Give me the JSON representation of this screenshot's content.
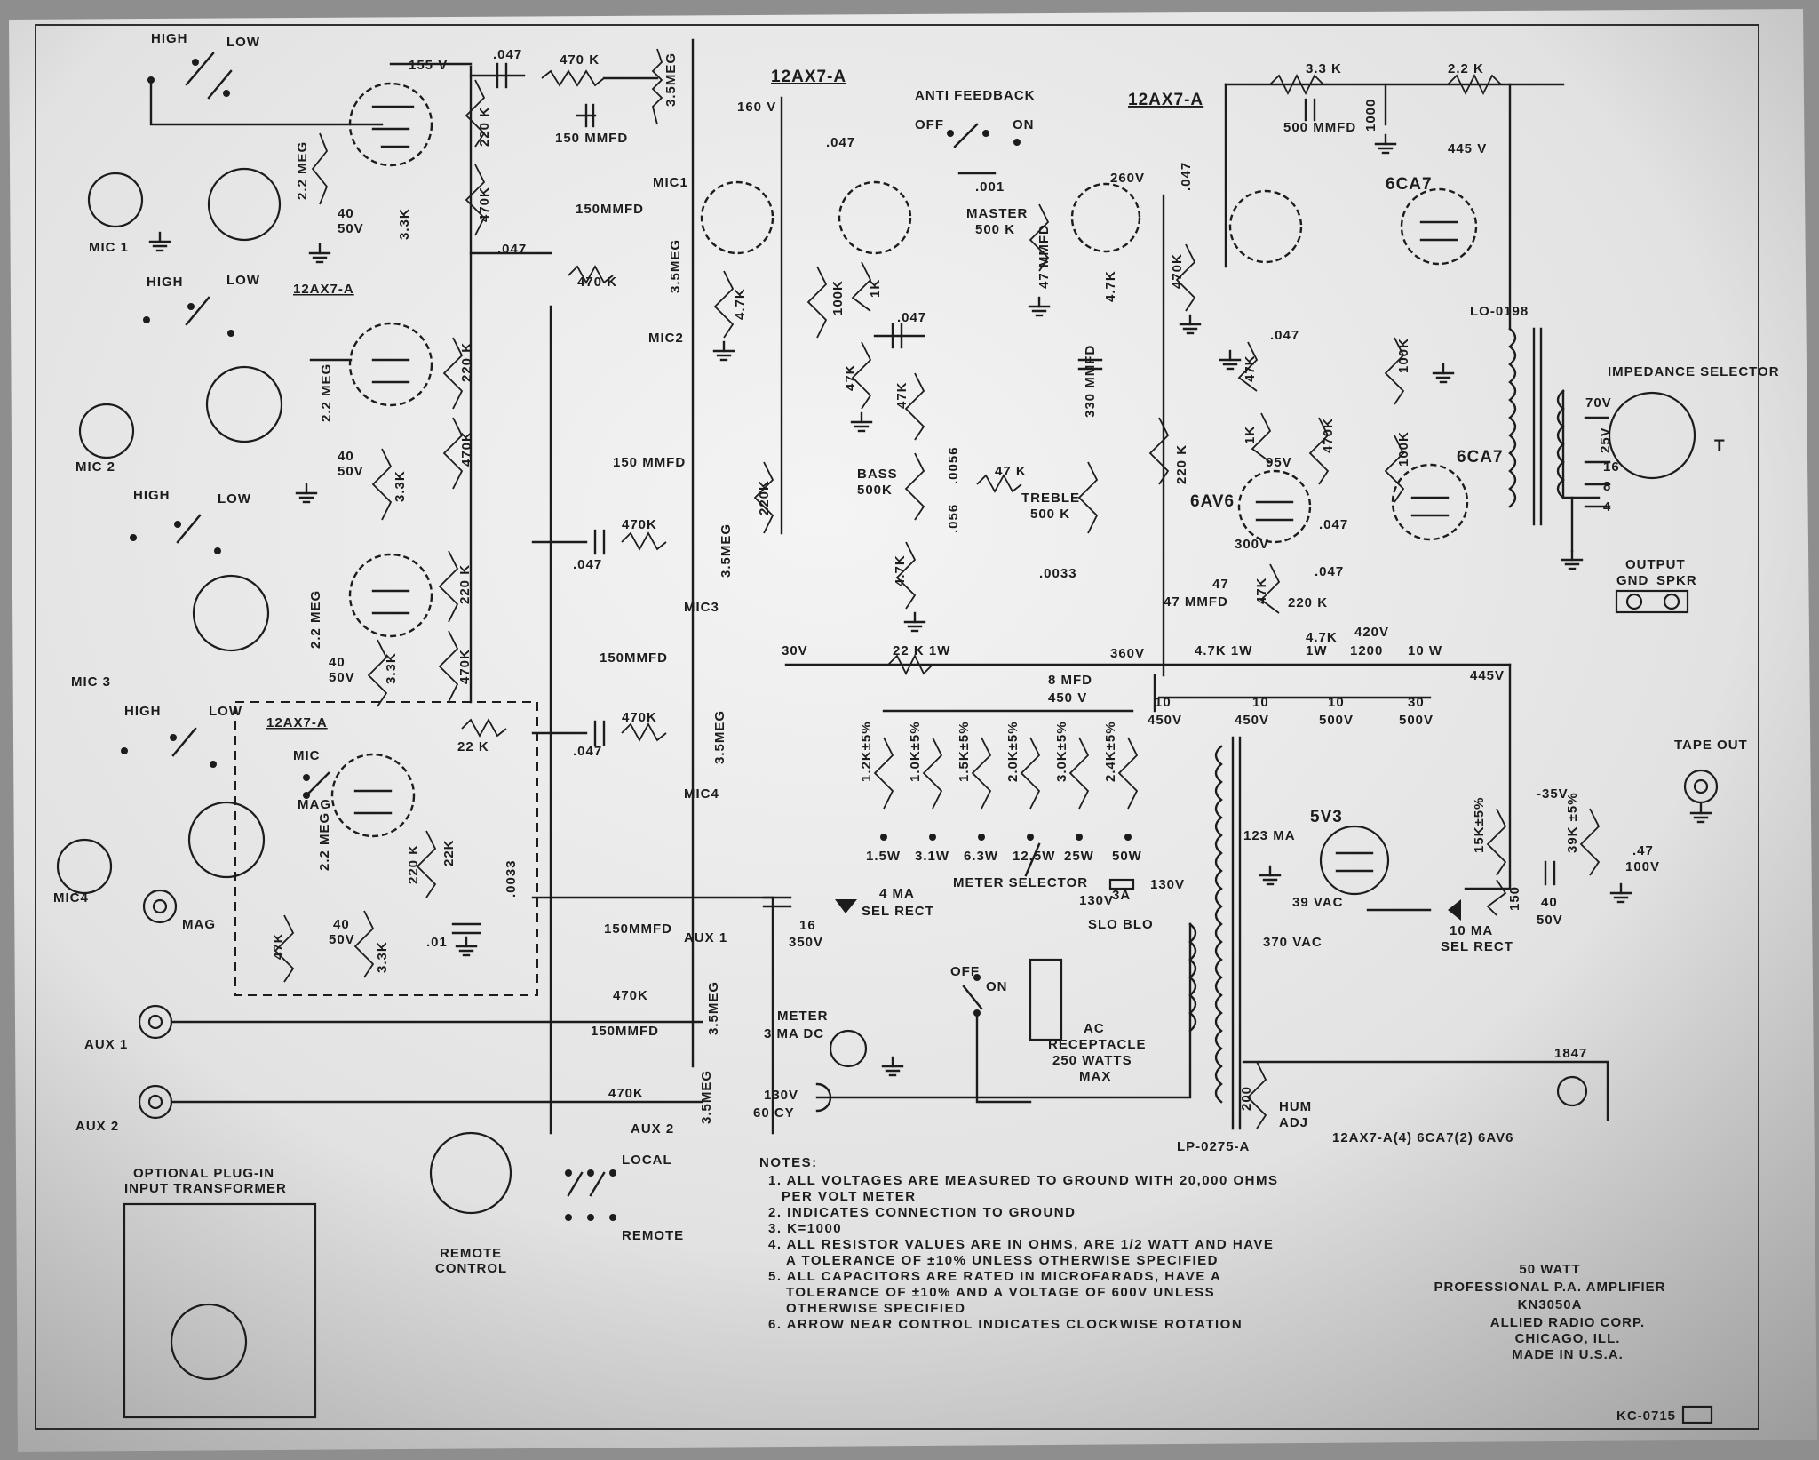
{
  "tubes": [
    "12AX7-A",
    "12AX7-A",
    "12AX7-A",
    "12AX7-A",
    "6CA7",
    "6CA7",
    "6AV6",
    "5V3"
  ],
  "labels": {
    "mic1": "MIC 1",
    "mic2": "MIC 2",
    "mic3": "MIC 3",
    "mic4": "MIC4",
    "mic1_pot": "MIC1",
    "mic2_pot": "MIC2",
    "mic3_pot": "MIC3",
    "mic4_pot": "MIC4",
    "high": "HIGH",
    "low": "LOW",
    "mic_sw": "MIC",
    "mag_sw": "MAG",
    "mag": "MAG",
    "aux1": "AUX 1",
    "aux2": "AUX 2",
    "aux1_pot": "AUX 1",
    "aux2_pot": "AUX 2",
    "anti_feedback": "ANTI FEEDBACK",
    "off": "OFF",
    "on": "ON",
    "master": "MASTER",
    "master_val": "500 K",
    "bass": "BASS",
    "bass_val": "500K",
    "treble": "TREBLE",
    "treble_val": "500 K",
    "impedance_selector": "IMPEDANCE SELECTOR",
    "output": "OUTPUT",
    "gnd": "GND",
    "spkr": "SPKR",
    "tape_out": "TAPE OUT",
    "lo0198": "LO-0198",
    "lp0275": "LP-0275-A",
    "meter_selector": "METER SELECTOR",
    "meter": "METER",
    "meter_val": "3 MA DC",
    "sel_rect_4": "4 MA",
    "sel_rect": "SEL RECT",
    "sel_rect_10": "10 MA",
    "fuse": "3A",
    "fuse_type": "SLO BLO",
    "ac_receptacle": "AC",
    "ac_receptacle2": "RECEPTACLE",
    "ac_receptacle3": "250 WATTS",
    "ac_receptacle4": "MAX",
    "line_v": "130V",
    "line_hz": "60 CY",
    "hum_adj": "HUM",
    "hum_adj2": "ADJ",
    "heaters": "12AX7-A(4) 6CA7(2) 6AV6",
    "lamp": "1847",
    "remote_control": "REMOTE",
    "remote_control2": "CONTROL",
    "local": "LOCAL",
    "remote": "REMOTE",
    "opt_xfmr": "OPTIONAL PLUG-IN",
    "opt_xfmr2": "INPUT TRANSFORMER",
    "ma123": "123 MA",
    "vac39": "39 VAC",
    "vac370": "370 VAC",
    "kc": "KC-0715"
  },
  "values": {
    "v155": "155 V",
    "v160": "160 V",
    "v260": "260V",
    "v445": "445 V",
    "v445b": "445V",
    "v95": "95V",
    "v300": "300V",
    "v360": "360V",
    "v420": "420V",
    "v35": "-35V",
    "v130": "130V",
    "v_30": "30V",
    "c047": ".047",
    "c150mmfd": "150 MMFD",
    "c150mmfd_b": "150MMFD",
    "c500mmfd": "500 MMFD",
    "c001": ".001",
    "c47mmfd": "47 MMFD",
    "c47mmfd_b": "47",
    "c330mmfd": "330 MMFD",
    "c0056": ".0056",
    "c056": ".056",
    "c0033": ".0033",
    "c01": ".01",
    "c40_50": "40",
    "c40_50b": "50V",
    "c8mfd": "8 MFD",
    "c8mfd_v": "450 V",
    "c16": "16",
    "c16v": "350V",
    "c47_100": ".47",
    "c47_100v": "100V",
    "r470k": "470 K",
    "r470k_b": "470K",
    "r220k": "220 K",
    "r220k_b": "220K",
    "r2_2meg": "2.2 MEG",
    "r3_3k": "3.3K",
    "r4_7k": "4.7K",
    "r3_5meg": "3.5MEG",
    "r100k": "100K",
    "r1k": "1K",
    "r47k": "47K",
    "r47k_b": "47 K",
    "r3_3k_b": "3.3 K",
    "r2_2k": "2.2 K",
    "r1000": "1000",
    "r22k": "22 K",
    "r22k_b": "22K",
    "r22k_1w": "22 K 1W",
    "r4_7k_1w": "4.7K 1W",
    "r4_7k_b": "4.7K",
    "r1w": "1W",
    "r1200": "1200",
    "r10w": "10 W",
    "r15k": "15K±5%",
    "r39k": "39K ±5%",
    "r150": "150",
    "r200": "200",
    "cap10_450": "10",
    "cap10_450v": "450V",
    "cap10_500": "10",
    "cap10_500v": "500V",
    "cap30": "30",
    "cap30v": "500V"
  },
  "meter_switch": {
    "resistors": [
      "1.2K±5%",
      "1.0K±5%",
      "1.5K±5%",
      "2.0K±5%",
      "3.0K±5%",
      "2.4K±5%"
    ],
    "positions": [
      "1.5W",
      "3.1W",
      "6.3W",
      "12.5W",
      "25W",
      "50W"
    ]
  },
  "impedance_taps": [
    "70V",
    "25V",
    "16",
    "8",
    "4"
  ],
  "notes": [
    "NOTES:",
    "1. ALL VOLTAGES ARE MEASURED TO GROUND WITH 20,000 OHMS",
    "PER VOLT METER",
    "2.  INDICATES CONNECTION TO GROUND",
    "3. K=1000",
    "4. ALL RESISTOR VALUES ARE IN OHMS, ARE 1/2 WATT AND HAVE",
    "A TOLERANCE OF ±10% UNLESS OTHERWISE SPECIFIED",
    "5. ALL CAPACITORS ARE RATED IN MICROFARADS, HAVE A",
    "TOLERANCE OF ±10% AND A VOLTAGE OF 600V UNLESS",
    "OTHERWISE SPECIFIED",
    "6. ARROW NEAR CONTROL INDICATES CLOCKWISE ROTATION"
  ],
  "title_block": [
    "50 WATT",
    "PROFESSIONAL P.A. AMPLIFIER",
    "KN3050A",
    "ALLIED RADIO CORP.",
    "CHICAGO, ILL.",
    "MADE IN U.S.A."
  ]
}
